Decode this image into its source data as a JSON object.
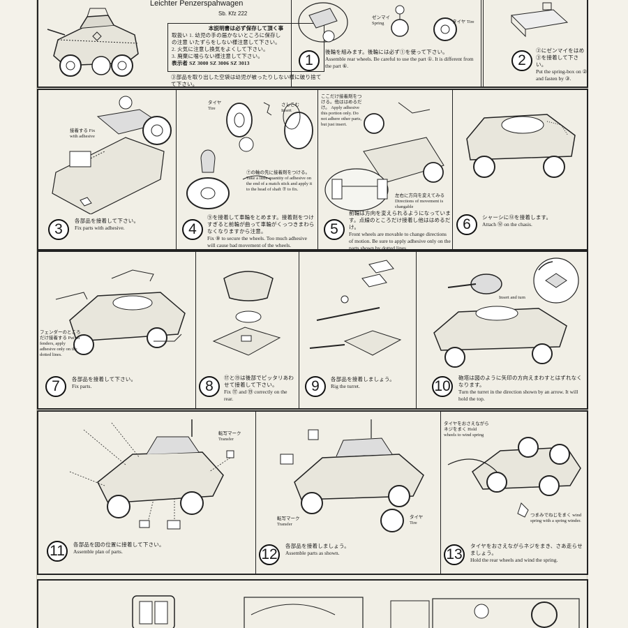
{
  "header": {
    "title": "Leichter Penzerspahwagen",
    "subtitle": "Sb. Kfz 222",
    "notes_heading": "本説明書は必ず保存して頂く事",
    "notes": [
      "取扱い  1. 幼児の手の届かないところに保存し",
      "の注意       いたずらをしない様注意して下さい。",
      "          2. 火気に注意し換気をよくして下さい。",
      "          3. 廃棄に噛らない様注意して下さい。"
    ],
    "notes_footer": "表示者   SZ 3000  SZ 3006  SZ 3013",
    "warning": "③部品を取り出した空袋は幼児が被ったりしない様に破り捨てて下さい。"
  },
  "steps": [
    {
      "number": "1",
      "jp": "後輪を組みます。後輪には必ず①を使って下さい。",
      "en": "Assemble rear wheels. Be careful to use the part ①.  It is different from the part ⑥."
    },
    {
      "number": "2",
      "jp": "②にゼンマイをはめ③を接着して下さい。",
      "en": "Put the spring-box on ② and fasten by ③."
    },
    {
      "number": "3",
      "jp": "各部品を接着して下さい。",
      "en": "Fix parts with adhesive."
    },
    {
      "number": "4",
      "jp": "⑨を接着して車輪をとめます。接着剤をつけすぎると前輪が曲って車輪がくっつきまわらなくなりますから注意。",
      "en": "Fix ⑨ to secure the wheels. Too much adhesive will cause bad movement of the wheels."
    },
    {
      "number": "5",
      "jp": "前輪は方向を変えられるようになっています。点線のところだけ接着し他ははめるだけ。",
      "en": "Front wheels are movable to change directions of motion. Be sure to apply adhesive only on the parts shown by dotted lines."
    },
    {
      "number": "6",
      "jp": "シャーシに⑫を接着します。",
      "en": "Attach ⑫ on the chasis."
    },
    {
      "number": "7",
      "jp": "各部品を接着して下さい。",
      "en": "Fix parts."
    },
    {
      "number": "8",
      "jp": "⑰と⑲は後部でピッタリあわせて接着して下さい。",
      "en": "Fix ⑰ and ⑲ correctly on the rear."
    },
    {
      "number": "9",
      "jp": "各部品を接着しましょう。",
      "en": "Rig the turret."
    },
    {
      "number": "10",
      "jp": "砲塔は図のように矢印の方向えまわすとはずれなくなります。",
      "en": "Turn the turret in the direction shown by an arrow.  It will hold the top."
    },
    {
      "number": "11",
      "jp": "各部品を図の位置に接着して下さい。",
      "en": "Assemble plan of parts."
    },
    {
      "number": "12",
      "jp": "各部品を接着しましょう。",
      "en": "Assemble parts as shown."
    },
    {
      "number": "13",
      "jp": "タイヤをおさえながらネジをまき、さあ走らせましょう。",
      "en": "Hold the rear wheels and wind the spring."
    }
  ],
  "callouts": {
    "spring": "ゼンマイ Spring",
    "tire": "タイヤ Tire",
    "insert": "さしこむ Insert",
    "apply_adhesive": "ここだけ接着剤をつける。他ははめるだけ。 Apply adhesive this portion only. Do not adhere other parts, but just insert.",
    "take_little_adhesive": "⑦の軸の先に接着剤をつける。 Take a little quantity of adhesive on the end of a match stick and apply it to the head of shaft ⑦ to fix.",
    "directions": "左右に方向を変えてみる Directions of movement is changable",
    "fix_with_adhesive": "接着する Fix with adhesive",
    "fenders": "フェンダーのところだけ接着する Put on fenders, apply adhesive only on the dotted lines.",
    "insert_and_turn": "Insert and turn",
    "transfer": "転写マーク Transfer",
    "hold_wheels": "タイヤをおさえながらネジをまく Hold wheels to wind spring",
    "wind_spring": "つまみでねじをまく wind spring with a spring winder."
  },
  "colors": {
    "paper": "#f1efe6",
    "ink": "#1a1a1a",
    "border": "#222222"
  }
}
